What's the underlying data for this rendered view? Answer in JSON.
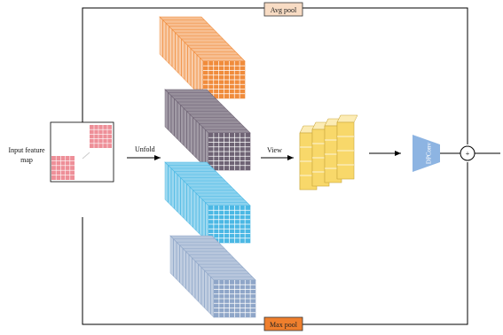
{
  "labels": {
    "input": [
      "Input feature",
      "map"
    ],
    "unfold": "Unfold",
    "view": "View",
    "avg_pool": "Avg pool",
    "max_pool": "Max pool",
    "dpconv": "DPConv",
    "plus": "+"
  },
  "colors": {
    "orange": "#f08c3c",
    "purple": "#6e6374",
    "cyan": "#4bb8e4",
    "slate": "#8fa6c8",
    "pink": "#ee8f98",
    "yellow": "#f8d86a",
    "trapezoid": "#8db4e2",
    "avg_box": "#f8dcc4",
    "max_box": "#ef7f2d"
  },
  "icons": [
    "plus-circle-icon",
    "arrow-right-icon"
  ]
}
